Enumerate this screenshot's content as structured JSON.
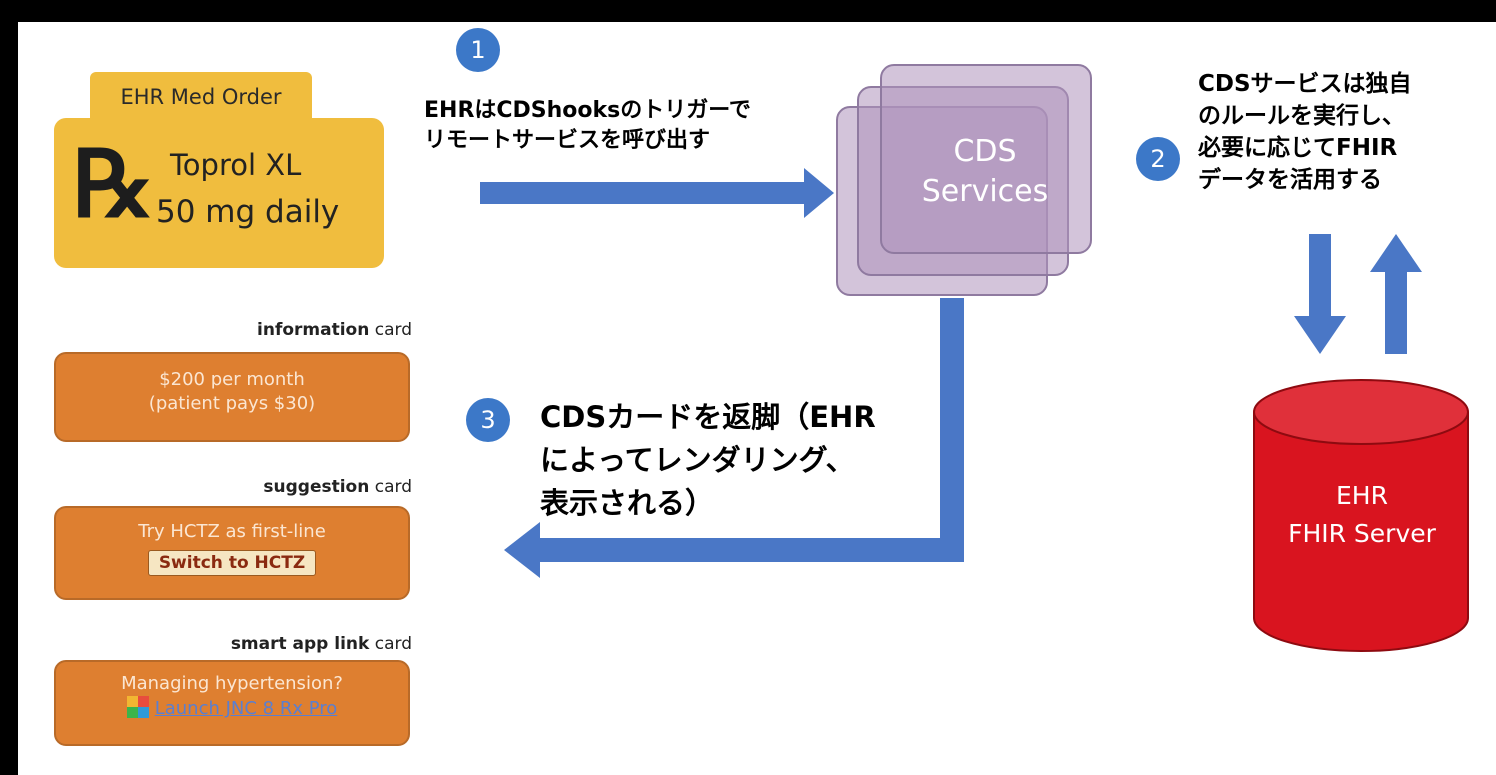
{
  "med_order": {
    "tab_label": "EHR Med Order",
    "rx_symbol": "℞",
    "drug_name": "Toprol XL",
    "dose": "50 mg daily"
  },
  "cards": {
    "information": {
      "label_bold": "information",
      "label_rest": " card",
      "lines": [
        "$200 per month",
        "(patient pays $30)"
      ]
    },
    "suggestion": {
      "label_bold": "suggestion",
      "label_rest": " card",
      "text": "Try HCTZ as first-line",
      "button": "Switch to HCTZ"
    },
    "smart_app_link": {
      "label_bold": "smart app link",
      "label_rest": " card",
      "text": "Managing hypertension?",
      "link": "Launch JNC 8 Rx Pro"
    }
  },
  "steps": [
    {
      "number": "1",
      "lines": [
        "EHRはCDShooksのトリガーで",
        "リモートサービスを呼び出す"
      ]
    },
    {
      "number": "2",
      "lines": [
        "CDSサービスは独自",
        "のルールを実行し、",
        "必要に応じてFHIR",
        "データを活用する"
      ]
    },
    {
      "number": "3",
      "lines": [
        "CDSカードを返脚（EHR",
        "によってレンダリング、",
        "表示される）"
      ]
    }
  ],
  "cds_services": [
    "CDS",
    "Services"
  ],
  "fhir_server": [
    "EHR",
    "FHIR Server"
  ],
  "colors": {
    "arrow": "#4a77c6",
    "badge": "#3c78c8",
    "med_order": "#f0bd3e",
    "card": "#de7f30",
    "cylinder": "#d9141f"
  }
}
